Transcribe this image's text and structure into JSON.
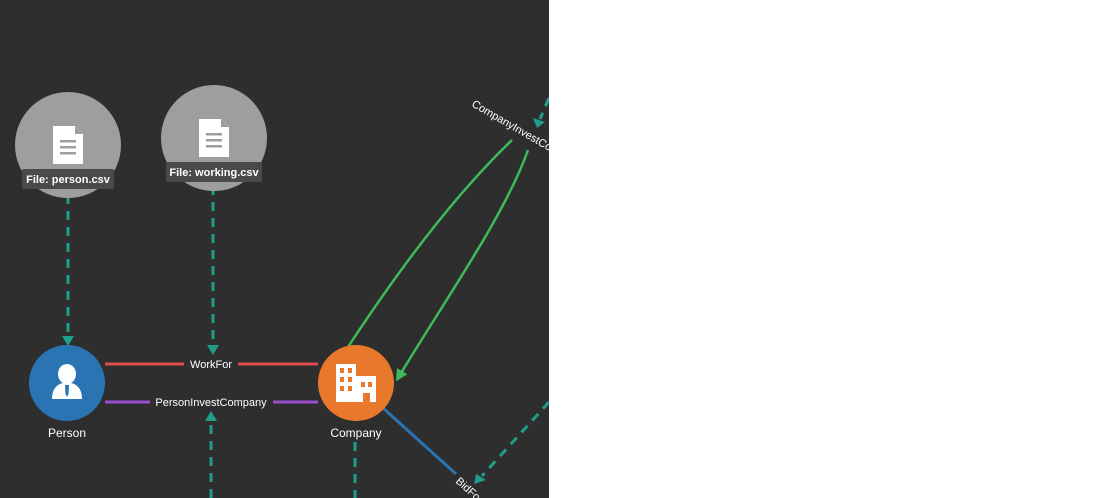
{
  "graph": {
    "files": [
      {
        "id": "person_csv",
        "label": "File: person.csv"
      },
      {
        "id": "working_csv",
        "label": "File: working.csv"
      }
    ],
    "nodes": [
      {
        "id": "person",
        "label": "Person",
        "color": "#2a74b3",
        "icon": "person-icon"
      },
      {
        "id": "company",
        "label": "Company",
        "color": "#e8782b",
        "icon": "building-icon"
      }
    ],
    "edges": [
      {
        "id": "workfor",
        "label": "WorkFor",
        "color": "#e04b4b"
      },
      {
        "id": "personinvest",
        "label": "PersonInvestCompany",
        "color": "#9b4fd0"
      },
      {
        "id": "companyinvest",
        "label": "CompanyInvestCo",
        "color": "#3dbb5a"
      },
      {
        "id": "bidfor",
        "label": "BidFo",
        "color": "#2a74b3"
      }
    ],
    "colors": {
      "background": "#2e2e2e",
      "file_node": "#9e9e9e",
      "file_label_bg": "#4a4a4a",
      "data_link": "#1f9e8a"
    }
  }
}
